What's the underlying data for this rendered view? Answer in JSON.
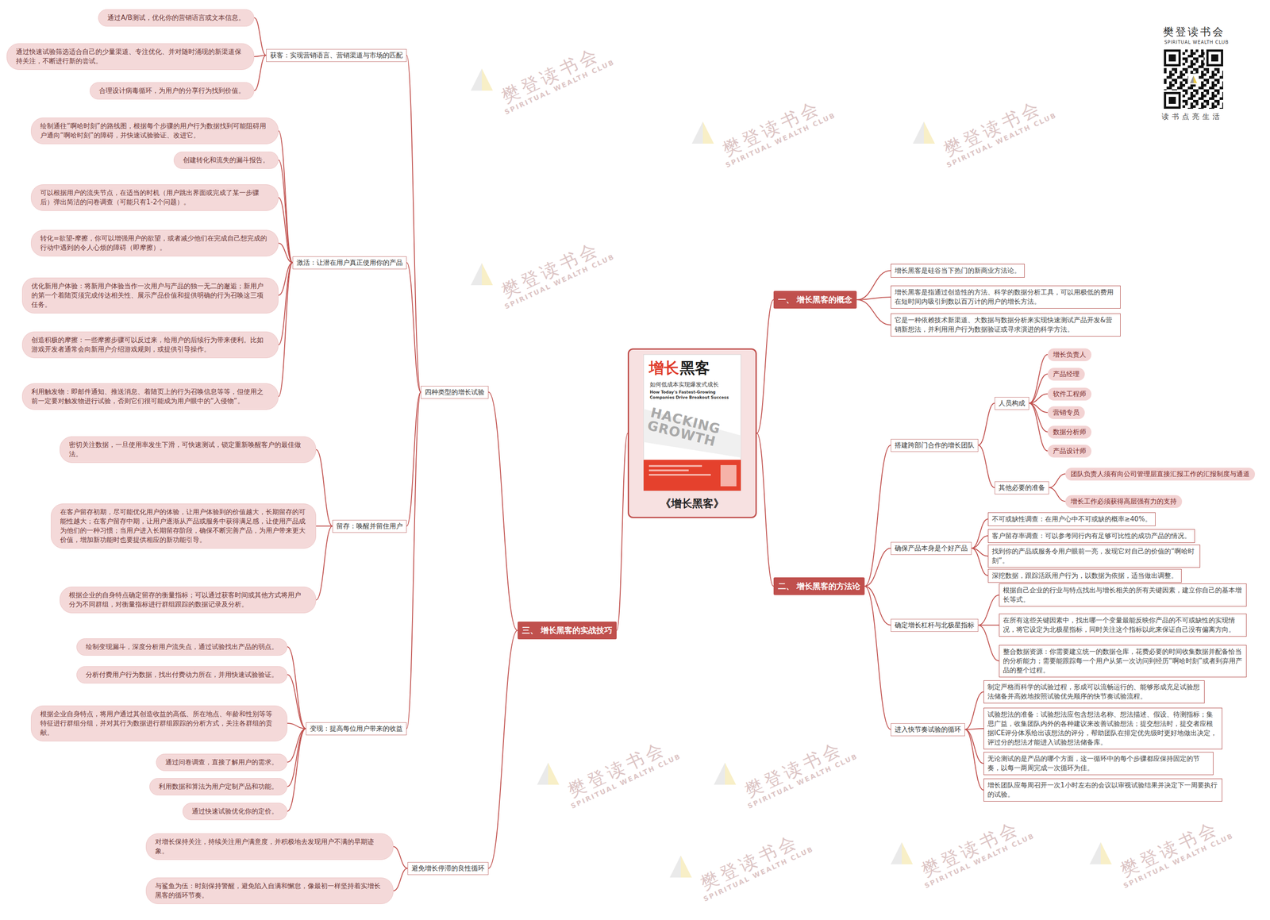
{
  "diagram": {
    "nodes": [
      {
        "text": [
          "《增长黑客》"
        ]
      },
      {
        "text": [
          "一、 增长黑客的概念"
        ]
      },
      {
        "text": [
          "增长黑客是硅谷当下热门的新商业方法论。"
        ]
      },
      {
        "text": [
          "增长黑客是指通过创造性的方法、科学的数据分析工具，可以用极低的费用在短时间内吸引到数以百万计的用户的增长方法。"
        ]
      },
      {
        "text": [
          "它是一种依赖技术新渠道、大数据与数据分析来实现快速测试产品开发&营销新想法，并利用用户行为数据验证或寻求演进的科学方法。"
        ]
      },
      {
        "text": [
          "二、 增长黑客的方法论"
        ]
      },
      {
        "text": [
          "搭建跨部门合作的增长团队"
        ]
      },
      {
        "text": [
          "人员构成"
        ]
      },
      {
        "text": [
          "增长负责人"
        ]
      },
      {
        "text": [
          "产品经理"
        ]
      },
      {
        "text": [
          "软件工程师"
        ]
      },
      {
        "text": [
          "营销专员"
        ]
      },
      {
        "text": [
          "数据分析师"
        ]
      },
      {
        "text": [
          "产品设计师"
        ]
      },
      {
        "text": [
          "其他必要的准备"
        ]
      },
      {
        "text": [
          "团队负责人须有向公司管理层直接汇报工作的汇报制度与通道"
        ]
      },
      {
        "text": [
          "增长工作必须获得高层强有力的支持"
        ]
      },
      {
        "text": [
          "确保产品本身是个好产品"
        ]
      },
      {
        "text": [
          "不可或缺性调查：在用户心中不可或缺的概率≥40%。"
        ]
      },
      {
        "text": [
          "客户留存率调查：可以参考同行内有足够可比性的成功产品的情况。"
        ]
      },
      {
        "text": [
          "找到你的产品或服务令用户眼前一亮，发现它对自己的价值的“啊哈时刻”。"
        ]
      },
      {
        "text": [
          "深挖数据，跟踪活跃用户行为，以数据为依据，适当做出调整。"
        ]
      },
      {
        "text": [
          "确定增长杠杆与北极星指标"
        ]
      },
      {
        "text": [
          "根据自己企业的行业与特点找出与增长相关的所有关键因素，建立你自己的基本增长等式。"
        ]
      },
      {
        "text": [
          "在所有这些关键因素中，找出哪一个变量最能反映你产品的不可或缺性的实现情况，将它设定为北极星指标，同时关注这个指标以此来保证自己没有偏离方向。"
        ]
      },
      {
        "text": [
          "整合数据资源：你需要建立统一的数据仓库，花费必要的时间收集数据并配备恰当的分析能力；需要能跟踪每一个用户从第一次访问到经历“啊哈时刻”或者到弃用产品的整个过程。"
        ]
      },
      {
        "text": [
          "进入快节奏试验的循环"
        ]
      },
      {
        "text": [
          "制定严格而科学的试验过程，形成可以流畅运行的、能够形成充足试验想法储备并高效地按照试验优先顺序的快节奏试验流程。"
        ]
      },
      {
        "text": [
          "试验想法的准备：试验想法应包含想法名称、想法描述、假设、待测指标；集思广益，收集团队内外的各种建议来改善试验想法；提交想法时，提交者应根据ICE评分体系给出该想法的评分，帮助团队在排定优先级时更好地做出决定，评过分的想法才能进入试验想法储备库。"
        ]
      },
      {
        "text": [
          "无论测试的是产品的哪个方面，这一循环中的每个步骤都应保持固定的节奏，以每一两周完成一次循环为佳。"
        ]
      },
      {
        "text": [
          "增长团队应每周召开一次1小时左右的会议以审视试验结果并决定下一周要执行的试验。"
        ]
      },
      {
        "text": [
          "三、 增长黑客的实战技巧"
        ]
      },
      {
        "text": [
          "四种类型的增长试验"
        ]
      },
      {
        "text": [
          "获客：实现营销语言、营销渠道与市场的匹配"
        ]
      },
      {
        "text": [
          "通过A/B测试，优化你的营销语言或文本信息。"
        ]
      },
      {
        "text": [
          "通过快速试验筛选适合自己的少量渠道、专注优化、并对随时涌现的新渠道保持关注，不断进行新的尝试。"
        ]
      },
      {
        "text": [
          "合理设计病毒循环，为用户的分享行为找到价值。"
        ]
      },
      {
        "text": [
          "激活：让潜在用户真正使用你的产品"
        ]
      },
      {
        "text": [
          "绘制通往“啊哈时刻”的路线图，根据每个步骤的用户行为数据找到可能阻碍用户通向“啊哈时刻”的障碍，并快速试验验证、改进它。"
        ]
      },
      {
        "text": [
          "创建转化和流失的漏斗报告。"
        ]
      },
      {
        "text": [
          "可以根据用户的流失节点，在适当的时机（用户跳出界面或完成了某一步骤后）弹出简洁的问卷调查（可能只有1-2个问题）。"
        ]
      },
      {
        "text": [
          "转化=欲望-摩擦，你可以增强用户的欲望，或者减少他们在完成自己想完成的行动中遇到的令人心烦的障碍（即摩擦）。"
        ]
      },
      {
        "text": [
          "优化新用户体验：将新用户体验当作一次用户与产品的独一无二的邂逅；新用户的第一个着陆页须完成传达相关性、展示产品价值和提供明确的行为召唤这三项任务。"
        ]
      },
      {
        "text": [
          "创造积极的摩擦：一些摩擦步骤可以反过来，给用户的后续行为带来便利。比如游戏开发者通常会向新用户介绍游戏规则，或提供引导操作。"
        ]
      },
      {
        "text": [
          "利用触发物：即邮件通知、推送消息、着陆页上的行为召唤信息等等，但使用之前一定要对触发物进行试验，否则它们很可能成为用户眼中的“入侵物”。"
        ]
      },
      {
        "text": [
          "留存：唤醒并留住用户"
        ]
      },
      {
        "text": [
          "密切关注数据，一旦使用率发生下滑，可快速测试，锁定重新唤醒客户的最佳做法。"
        ]
      },
      {
        "text": [
          "在客户留存初期，尽可能优化用户的体验，让用户体验到的价值越大，长期留存的可能性越大；在客户留存中期，让用户逐渐从产品或服务中获得满足感，让使用产品成为他们的一种习惯；当用户进入长期留存阶段，确保不断完善产品，为用户带来更大价值，增加新功能时也要提供相应的新功能引导。"
        ]
      },
      {
        "text": [
          "根据企业的自身特点确定留存的衡量指标；可以通过获客时间或其他方式将用户分为不同群组，对衡量指标进行群组跟踪的数据记录及分析。"
        ]
      },
      {
        "text": [
          "变现：提高每位用户带来的收益"
        ]
      },
      {
        "text": [
          "绘制变现漏斗，深度分析用户流失点，通过试验找出产品的弱点。"
        ]
      },
      {
        "text": [
          "分析付费用户行为数据，找出付费动力所在，并用快速试验验证。"
        ]
      },
      {
        "text": [
          "根据企业自身特点，将用户通过其创造收益的高低、所在地点、年龄和性别等等特征进行群组分组，并对其行为数据进行群组跟踪的分析方式，关注各群组的贡献。"
        ]
      },
      {
        "text": [
          "通过问卷调查，直接了解用户的需求。"
        ]
      },
      {
        "text": [
          "利用数据和算法为用户定制产品和功能。"
        ]
      },
      {
        "text": [
          "通过快速试验优化你的定价。"
        ]
      },
      {
        "text": [
          "避免增长停滞的良性循环"
        ]
      },
      {
        "text": [
          "对增长保持关注，持续关注用户满意度，并积极地去发现用户不满的早期迹象。"
        ]
      },
      {
        "text": [
          "与鲨鱼为伍：时刻保持警醒，避免陷入自满和懈怠，像最初一样坚持着实增长黑客的循环节奏。"
        ]
      }
    ],
    "edges": [
      {
        "from": 0,
        "to": 1,
        "arrow": "none"
      },
      {
        "from": 1,
        "to": 2,
        "arrow": "none"
      },
      {
        "from": 1,
        "to": 3,
        "arrow": "none"
      },
      {
        "from": 1,
        "to": 4,
        "arrow": "none"
      },
      {
        "from": 0,
        "to": 5,
        "arrow": "none"
      },
      {
        "from": 5,
        "to": 6,
        "arrow": "none"
      },
      {
        "from": 6,
        "to": 7,
        "arrow": "none"
      },
      {
        "from": 7,
        "to": 8,
        "arrow": "none"
      },
      {
        "from": 7,
        "to": 9,
        "arrow": "none"
      },
      {
        "from": 7,
        "to": 10,
        "arrow": "none"
      },
      {
        "from": 7,
        "to": 11,
        "arrow": "none"
      },
      {
        "from": 7,
        "to": 12,
        "arrow": "none"
      },
      {
        "from": 7,
        "to": 13,
        "arrow": "none"
      },
      {
        "from": 6,
        "to": 14,
        "arrow": "none"
      },
      {
        "from": 14,
        "to": 15,
        "arrow": "none"
      },
      {
        "from": 14,
        "to": 16,
        "arrow": "none"
      },
      {
        "from": 5,
        "to": 17,
        "arrow": "none"
      },
      {
        "from": 17,
        "to": 18,
        "arrow": "none"
      },
      {
        "from": 17,
        "to": 19,
        "arrow": "none"
      },
      {
        "from": 17,
        "to": 20,
        "arrow": "none"
      },
      {
        "from": 17,
        "to": 21,
        "arrow": "none"
      },
      {
        "from": 5,
        "to": 22,
        "arrow": "none"
      },
      {
        "from": 22,
        "to": 23,
        "arrow": "none"
      },
      {
        "from": 22,
        "to": 24,
        "arrow": "none"
      },
      {
        "from": 22,
        "to": 25,
        "arrow": "none"
      },
      {
        "from": 5,
        "to": 26,
        "arrow": "none"
      },
      {
        "from": 26,
        "to": 27,
        "arrow": "none"
      },
      {
        "from": 26,
        "to": 28,
        "arrow": "none"
      },
      {
        "from": 26,
        "to": 29,
        "arrow": "none"
      },
      {
        "from": 26,
        "to": 30,
        "arrow": "none"
      },
      {
        "from": 0,
        "to": 31,
        "arrow": "none"
      },
      {
        "from": 31,
        "to": 32,
        "arrow": "none"
      },
      {
        "from": 32,
        "to": 33,
        "arrow": "none"
      },
      {
        "from": 33,
        "to": 34,
        "arrow": "none"
      },
      {
        "from": 33,
        "to": 35,
        "arrow": "none"
      },
      {
        "from": 33,
        "to": 36,
        "arrow": "none"
      },
      {
        "from": 32,
        "to": 37,
        "arrow": "none"
      },
      {
        "from": 37,
        "to": 38,
        "arrow": "none"
      },
      {
        "from": 37,
        "to": 39,
        "arrow": "none"
      },
      {
        "from": 37,
        "to": 40,
        "arrow": "none"
      },
      {
        "from": 37,
        "to": 41,
        "arrow": "none"
      },
      {
        "from": 37,
        "to": 42,
        "arrow": "none"
      },
      {
        "from": 37,
        "to": 43,
        "arrow": "none"
      },
      {
        "from": 37,
        "to": 44,
        "arrow": "none"
      },
      {
        "from": 32,
        "to": 45,
        "arrow": "none"
      },
      {
        "from": 45,
        "to": 46,
        "arrow": "none"
      },
      {
        "from": 45,
        "to": 47,
        "arrow": "none"
      },
      {
        "from": 45,
        "to": 48,
        "arrow": "none"
      },
      {
        "from": 32,
        "to": 49,
        "arrow": "none"
      },
      {
        "from": 49,
        "to": 50,
        "arrow": "none"
      },
      {
        "from": 49,
        "to": 51,
        "arrow": "none"
      },
      {
        "from": 49,
        "to": 52,
        "arrow": "none"
      },
      {
        "from": 49,
        "to": 53,
        "arrow": "none"
      },
      {
        "from": 49,
        "to": 54,
        "arrow": "none"
      },
      {
        "from": 49,
        "to": 55,
        "arrow": "none"
      },
      {
        "from": 31,
        "to": 56,
        "arrow": "none"
      },
      {
        "from": 56,
        "to": 57,
        "arrow": "none"
      },
      {
        "from": 56,
        "to": 58,
        "arrow": "none"
      }
    ],
    "labels": [
      "增长",
      "黑客",
      "如何低成本实现爆发式成长",
      "How Today's Fastest-Growing Companies Drive Breakout Success",
      "HACKING GROWTH",
      "樊登读书会",
      "SPIRITUAL WEALTH CLUB",
      "读书点亮生活",
      "樊登读书会",
      "SPIRITUAL WEALTH CLUB",
      "樊登读书会",
      "SPIRITUAL WEALTH CLUB",
      "樊登读书会",
      "SPIRITUAL WEALTH CLUB",
      "樊登读书会",
      "SPIRITUAL WEALTH CLUB",
      "樊登读书会",
      "SPIRITUAL WEALTH CLUB",
      "樊登读书会",
      "SPIRITUAL WEALTH CLUB",
      "樊登读书会",
      "SPIRITUAL WEALTH CLUB",
      "樊登读书会",
      "SPIRITUAL WEALTH CLUB",
      "樊登读书会",
      "SPIRITUAL WEALTH CLUB"
    ]
  }
}
